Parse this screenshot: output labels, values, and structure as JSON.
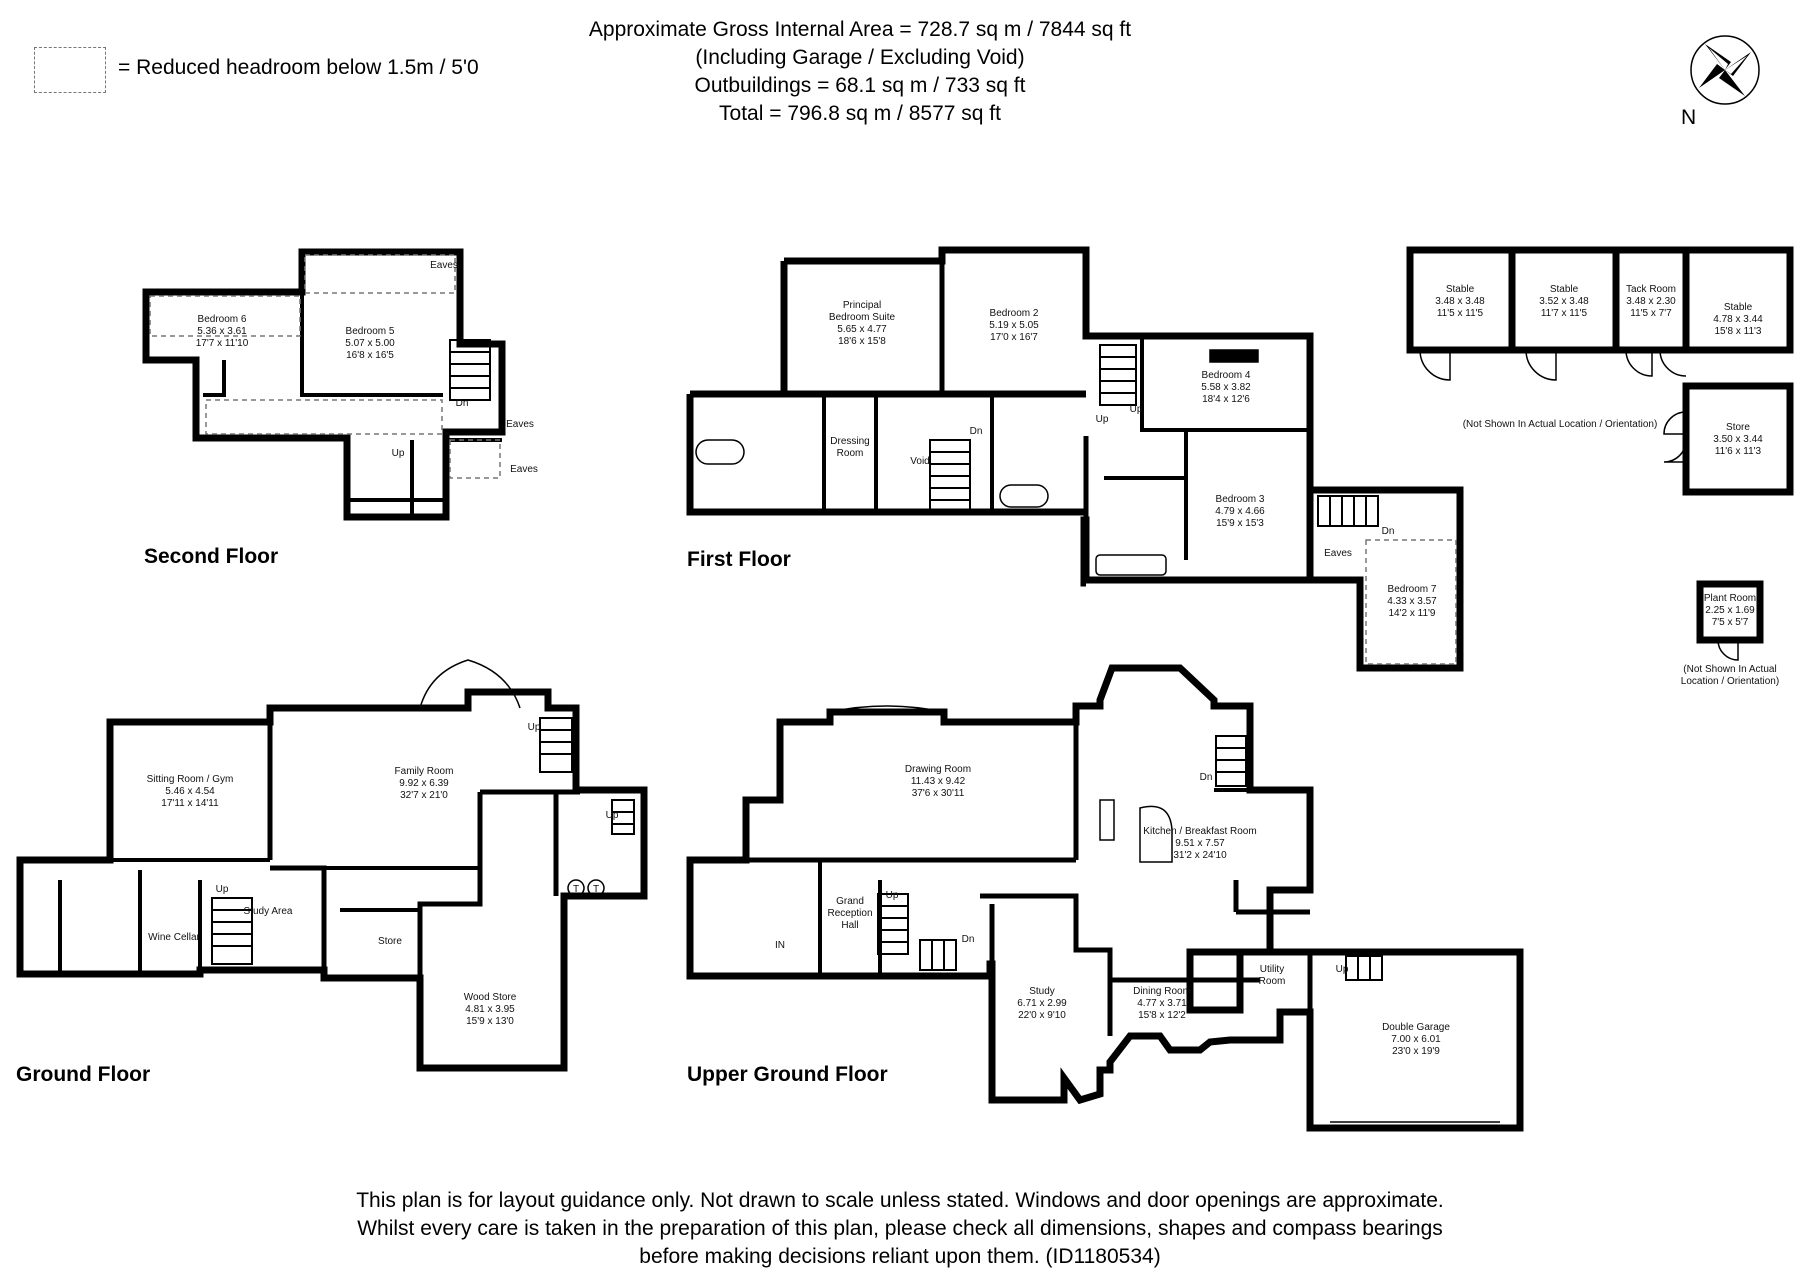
{
  "header": {
    "line1": "Approximate Gross Internal Area = 728.7 sq m / 7844 sq ft",
    "line2": "(Including Garage / Excluding Void)",
    "line3": "Outbuildings = 68.1 sq m / 733 sq ft",
    "line4": "Total = 796.8 sq m / 8577 sq ft"
  },
  "legend": {
    "text": "= Reduced headroom below 1.5m / 5'0"
  },
  "compass": {
    "label": "N"
  },
  "floors": {
    "second": "Second Floor",
    "first": "First Floor",
    "ground": "Ground Floor",
    "upper_ground": "Upper Ground Floor"
  },
  "rooms": {
    "bedroom6": {
      "name": "Bedroom 6",
      "metric": "5.36 x 3.61",
      "imperial": "17'7 x 11'10"
    },
    "bedroom5": {
      "name": "Bedroom 5",
      "metric": "5.07 x 5.00",
      "imperial": "16'8 x 16'5"
    },
    "principal": {
      "name": "Principal",
      "name2": "Bedroom Suite",
      "metric": "5.65 x 4.77",
      "imperial": "18'6 x 15'8"
    },
    "bedroom2": {
      "name": "Bedroom 2",
      "metric": "5.19 x 5.05",
      "imperial": "17'0 x 16'7"
    },
    "bedroom4": {
      "name": "Bedroom 4",
      "metric": "5.58 x 3.82",
      "imperial": "18'4 x 12'6"
    },
    "bedroom3": {
      "name": "Bedroom 3",
      "metric": "4.79 x 4.66",
      "imperial": "15'9 x 15'3"
    },
    "bedroom7": {
      "name": "Bedroom 7",
      "metric": "4.33 x 3.57",
      "imperial": "14'2 x 11'9"
    },
    "dressing": {
      "name": "Dressing",
      "name2": "Room"
    },
    "void": {
      "name": "Void"
    },
    "stable1": {
      "name": "Stable",
      "metric": "3.48 x 3.48",
      "imperial": "11'5 x 11'5"
    },
    "stable2": {
      "name": "Stable",
      "metric": "3.52 x 3.48",
      "imperial": "11'7 x 11'5"
    },
    "tack": {
      "name": "Tack Room",
      "metric": "3.48 x 2.30",
      "imperial": "11'5 x 7'7"
    },
    "stable3": {
      "name": "Stable",
      "metric": "4.78 x 3.44",
      "imperial": "15'8 x 11'3"
    },
    "store_out": {
      "name": "Store",
      "metric": "3.50 x 3.44",
      "imperial": "11'6 x 11'3"
    },
    "plant": {
      "name": "Plant Room",
      "metric": "2.25 x 1.69",
      "imperial": "7'5 x 5'7"
    },
    "sitting": {
      "name": "Sitting Room / Gym",
      "metric": "5.46 x 4.54",
      "imperial": "17'11 x 14'11"
    },
    "family": {
      "name": "Family Room",
      "metric": "9.92 x 6.39",
      "imperial": "32'7 x 21'0"
    },
    "study_area": {
      "name": "Study Area"
    },
    "wine": {
      "name": "Wine Cellar"
    },
    "store_g": {
      "name": "Store"
    },
    "wood": {
      "name": "Wood Store",
      "metric": "4.81 x 3.95",
      "imperial": "15'9 x 13'0"
    },
    "drawing": {
      "name": "Drawing Room",
      "metric": "11.43 x 9.42",
      "imperial": "37'6 x 30'11"
    },
    "kitchen": {
      "name": "Kitchen / Breakfast Room",
      "metric": "9.51 x 7.57",
      "imperial": "31'2 x 24'10"
    },
    "grand": {
      "name": "Grand",
      "name2": "Reception",
      "name3": "Hall"
    },
    "utility": {
      "name": "Utility",
      "name2": "Room"
    },
    "study": {
      "name": "Study",
      "metric": "6.71 x 2.99",
      "imperial": "22'0 x 9'10"
    },
    "dining": {
      "name": "Dining Room",
      "metric": "4.77 x 3.71",
      "imperial": "15'8 x 12'2"
    },
    "garage": {
      "name": "Double Garage",
      "metric": "7.00 x 6.01",
      "imperial": "23'0 x 19'9"
    }
  },
  "notes": {
    "not_shown": "(Not Shown In Actual Location / Orientation)",
    "not_shown_a": "(Not Shown In Actual",
    "not_shown_b": "Location / Orientation)",
    "eaves": "Eaves",
    "up": "Up",
    "dn": "Dn",
    "in": "IN",
    "t": "T"
  },
  "footer": {
    "line1": "This plan is for layout guidance only. Not drawn to scale unless stated. Windows and door openings are approximate.",
    "line2": "Whilst every care is taken in the preparation of this plan, please check all dimensions, shapes and compass bearings",
    "line3": "before making decisions reliant upon them. (ID1180534)"
  }
}
